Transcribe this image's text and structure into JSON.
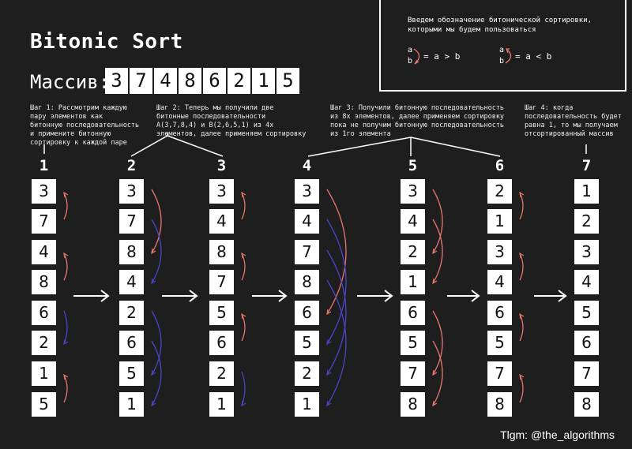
{
  "title": "Bitonic Sort",
  "array_label": "Массив:",
  "array": [
    "3",
    "7",
    "4",
    "8",
    "6",
    "2",
    "1",
    "5"
  ],
  "notation": {
    "title": "Введем обозначение битонической сортировки, которыми мы будем пользоваться",
    "a": "a",
    "b": "b",
    "expr_gt": "= a > b",
    "expr_lt": "= a < b"
  },
  "steps": [
    "Шаг 1: Рассмотрим каждую\nпару элементов как\nбитонную последовательность\nи примените битонную\nсортировку к каждой паре",
    "Шаг 2: Теперь мы получили две\nбитонные последовательности\nA(3,7,8,4) и B(2,6,5,1) из 4х\nэлементов, далее применяем сортировку",
    "Шаг 3: Получили битонную последовательность\nиз 8х элементов, далее применяем сортировку\nпока не получим битонную последовательность\nиз 1го элемента",
    "Шаг 4: когда\nпоследовательность будет\nравна 1, то мы получаем\nотсортированный массив"
  ],
  "columns": [
    {
      "label": "1",
      "values": [
        "3",
        "7",
        "4",
        "8",
        "6",
        "2",
        "1",
        "5"
      ]
    },
    {
      "label": "2",
      "values": [
        "3",
        "7",
        "8",
        "4",
        "2",
        "6",
        "5",
        "1"
      ]
    },
    {
      "label": "3",
      "values": [
        "3",
        "4",
        "8",
        "7",
        "5",
        "6",
        "2",
        "1"
      ]
    },
    {
      "label": "4",
      "values": [
        "3",
        "4",
        "7",
        "8",
        "6",
        "5",
        "2",
        "1"
      ]
    },
    {
      "label": "5",
      "values": [
        "3",
        "4",
        "2",
        "1",
        "6",
        "5",
        "7",
        "8"
      ]
    },
    {
      "label": "6",
      "values": [
        "2",
        "1",
        "3",
        "4",
        "6",
        "5",
        "7",
        "8"
      ]
    },
    {
      "label": "7",
      "values": [
        "1",
        "2",
        "3",
        "4",
        "5",
        "6",
        "7",
        "8"
      ]
    }
  ],
  "colors": {
    "background": "#1e1e1e",
    "ascending_arrow": "#e8776f",
    "descending_arrow": "#4b45c9"
  },
  "credit": "Tlgm: @the_algorithms"
}
